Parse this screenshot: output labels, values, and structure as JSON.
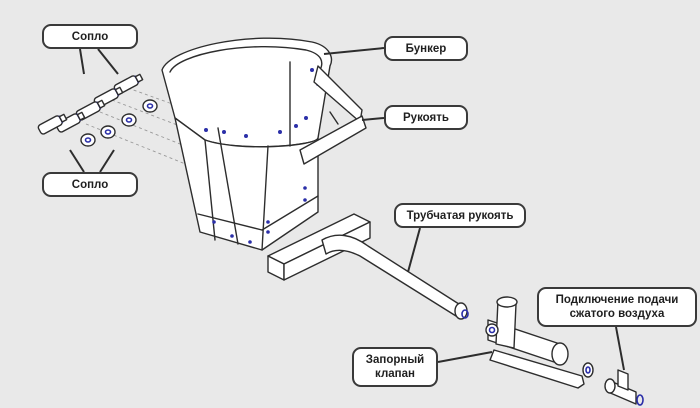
{
  "labels": {
    "nozzle_top": "Сопло",
    "nozzle_bottom": "Сопло",
    "hopper": "Бункер",
    "handle": "Рукоять",
    "tube_handle": "Трубчатая рукоять",
    "air_connection_line1": "Подключение подачи",
    "air_connection_line2": "сжатого воздуха",
    "valve_line1": "Запорный",
    "valve_line2": "клапан"
  },
  "colors": {
    "background": "#e9e9e9",
    "line": "#2d2d2d",
    "accent": "#2b2fa8",
    "callout_fill": "#ffffff"
  }
}
